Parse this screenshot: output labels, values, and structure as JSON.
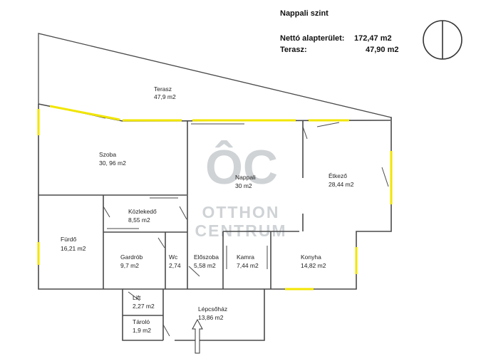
{
  "header": {
    "level": "Nappali szint",
    "net_area_label": "Nettó alapterület:",
    "net_area_value": "172,47 m2",
    "terrace_label": "Terasz:",
    "terrace_value": "47,90 m2"
  },
  "watermark": {
    "logo": "ÔC",
    "line1": "OTTHON",
    "line2": "CENTRUM"
  },
  "rooms": [
    {
      "key": "terasz",
      "name": "Terasz",
      "area": "47,9 m2"
    },
    {
      "key": "szoba",
      "name": "Szoba",
      "area": "30, 96 m2"
    },
    {
      "key": "nappali",
      "name": "Nappali",
      "area": "30 m2"
    },
    {
      "key": "etkezo",
      "name": "Étkező",
      "area": "28,44 m2"
    },
    {
      "key": "kozlekedo",
      "name": "Közlekedő",
      "area": "8,55 m2"
    },
    {
      "key": "furdo",
      "name": "Fürdő",
      "area": "16,21 m2"
    },
    {
      "key": "gardrob",
      "name": "Gardrób",
      "area": "9,7 m2"
    },
    {
      "key": "wc",
      "name": "Wc",
      "area": "2,74"
    },
    {
      "key": "eloszoba",
      "name": "Előszoba",
      "area": "5,58 m2"
    },
    {
      "key": "kamra",
      "name": "Kamra",
      "area": "7,44 m2"
    },
    {
      "key": "konyha",
      "name": "Konyha",
      "area": "14,82 m2"
    },
    {
      "key": "lift",
      "name": "Lift",
      "area": "2,27 m2"
    },
    {
      "key": "tarolo",
      "name": "Tároló",
      "area": "1,9 m2"
    },
    {
      "key": "lepcsohaz",
      "name": "Lépcsőház",
      "area": "13,86 m2"
    }
  ],
  "colors": {
    "wall": "#4a4a4a",
    "window": "#f2e600",
    "watermark": "#cfd3d6"
  },
  "icons": [
    "compass-north-icon",
    "entrance-arrow-icon"
  ]
}
